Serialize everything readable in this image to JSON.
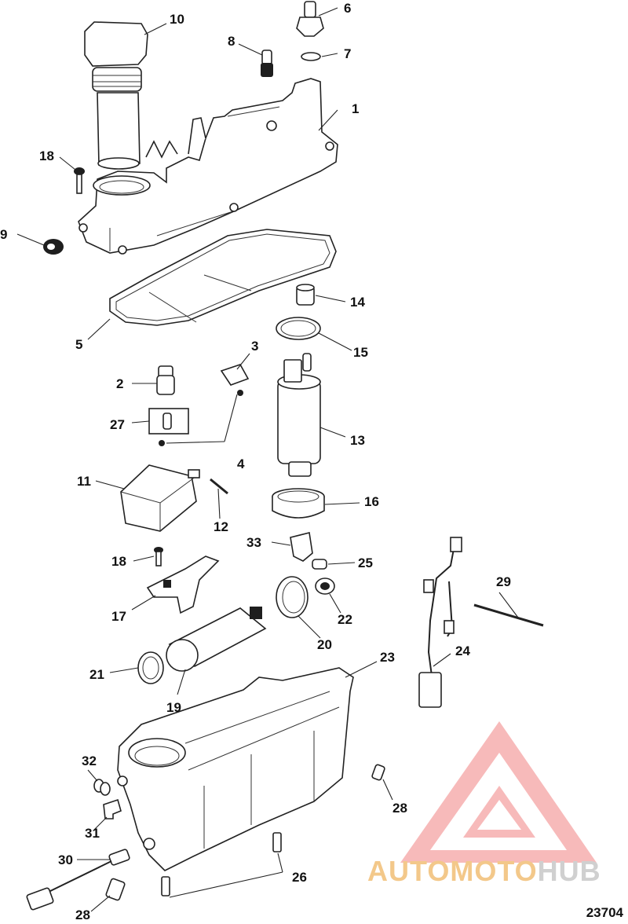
{
  "figure_number": "23704",
  "watermark": {
    "part1": "AUTOMOTO",
    "part2": "HUB"
  },
  "callouts": [
    {
      "id": "c1",
      "label": "1"
    },
    {
      "id": "c2",
      "label": "2"
    },
    {
      "id": "c3",
      "label": "3"
    },
    {
      "id": "c4",
      "label": "4"
    },
    {
      "id": "c5",
      "label": "5"
    },
    {
      "id": "c6",
      "label": "6"
    },
    {
      "id": "c7",
      "label": "7"
    },
    {
      "id": "c8",
      "label": "8"
    },
    {
      "id": "c9",
      "label": "9"
    },
    {
      "id": "c10",
      "label": "10"
    },
    {
      "id": "c11",
      "label": "11"
    },
    {
      "id": "c12",
      "label": "12"
    },
    {
      "id": "c13",
      "label": "13"
    },
    {
      "id": "c14",
      "label": "14"
    },
    {
      "id": "c15",
      "label": "15"
    },
    {
      "id": "c16",
      "label": "16"
    },
    {
      "id": "c17",
      "label": "17"
    },
    {
      "id": "c18a",
      "label": "18"
    },
    {
      "id": "c18b",
      "label": "18"
    },
    {
      "id": "c19",
      "label": "19"
    },
    {
      "id": "c20",
      "label": "20"
    },
    {
      "id": "c21",
      "label": "21"
    },
    {
      "id": "c22",
      "label": "22"
    },
    {
      "id": "c23",
      "label": "23"
    },
    {
      "id": "c24",
      "label": "24"
    },
    {
      "id": "c25",
      "label": "25"
    },
    {
      "id": "c26",
      "label": "26"
    },
    {
      "id": "c27",
      "label": "27"
    },
    {
      "id": "c28a",
      "label": "28"
    },
    {
      "id": "c28b",
      "label": "28"
    },
    {
      "id": "c29",
      "label": "29"
    },
    {
      "id": "c30",
      "label": "30"
    },
    {
      "id": "c31",
      "label": "31"
    },
    {
      "id": "c32",
      "label": "32"
    },
    {
      "id": "c33",
      "label": "33"
    }
  ],
  "colors": {
    "line": "#222222",
    "watermark_red": "#f08a8a",
    "watermark_orange": "#f3c88a",
    "watermark_gray": "#d0d0d0"
  }
}
